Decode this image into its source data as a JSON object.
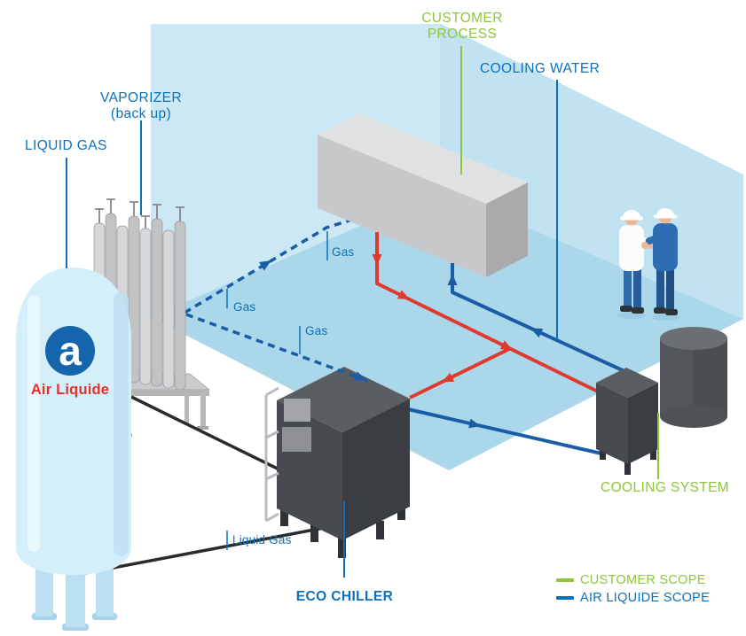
{
  "labels": {
    "customer_process": "CUSTOMER PROCESS",
    "cooling_water": "COOLING WATER",
    "vaporizer_line1": "VAPORIZER",
    "vaporizer_line2": "(back up)",
    "liquid_gas_tank": "LIQUID GAS",
    "gas_near_vaporizer": "Gas",
    "gas_near_process": "Gas",
    "gas_near_chiller": "Gas",
    "liquid_gas_line": "Liquid Gas",
    "eco_chiller": "ECO CHILLER",
    "cooling_system": "COOLING SYSTEM"
  },
  "legend": {
    "customer_scope": {
      "label": "CUSTOMER SCOPE",
      "color": "#8cc63c"
    },
    "air_liquide_scope": {
      "label": "AIR LIQUIDE SCOPE",
      "color": "#0e70b8"
    }
  },
  "brand": {
    "name": "Air Liquide",
    "logo_letter": "a"
  },
  "colors": {
    "blue": "#0e70b8",
    "pipe_blue": "#1a5ca5",
    "green": "#8cc63c",
    "red": "#e03a2f",
    "pipe_black": "#2b2b2b",
    "wall_left": "#cbe8f4",
    "wall_right": "#c1e3f1",
    "floor": "#abd7ea",
    "tank_body": "#d4eefa",
    "tank_shade": "#bce0f1",
    "logo_blue": "#1565ac",
    "brand_red": "#e3312b",
    "machine_top": "#5a5e63",
    "machine_left": "#474b50",
    "machine_right": "#3a3e43",
    "box_top": "#e0e1e3",
    "box_front": "#c7c8ca",
    "box_side": "#a8aaac",
    "metal_light": "#d6d7d9",
    "metal_mid": "#c1c3c5",
    "skin": "#f0b694",
    "worker_blue": "#2e6cb3"
  }
}
